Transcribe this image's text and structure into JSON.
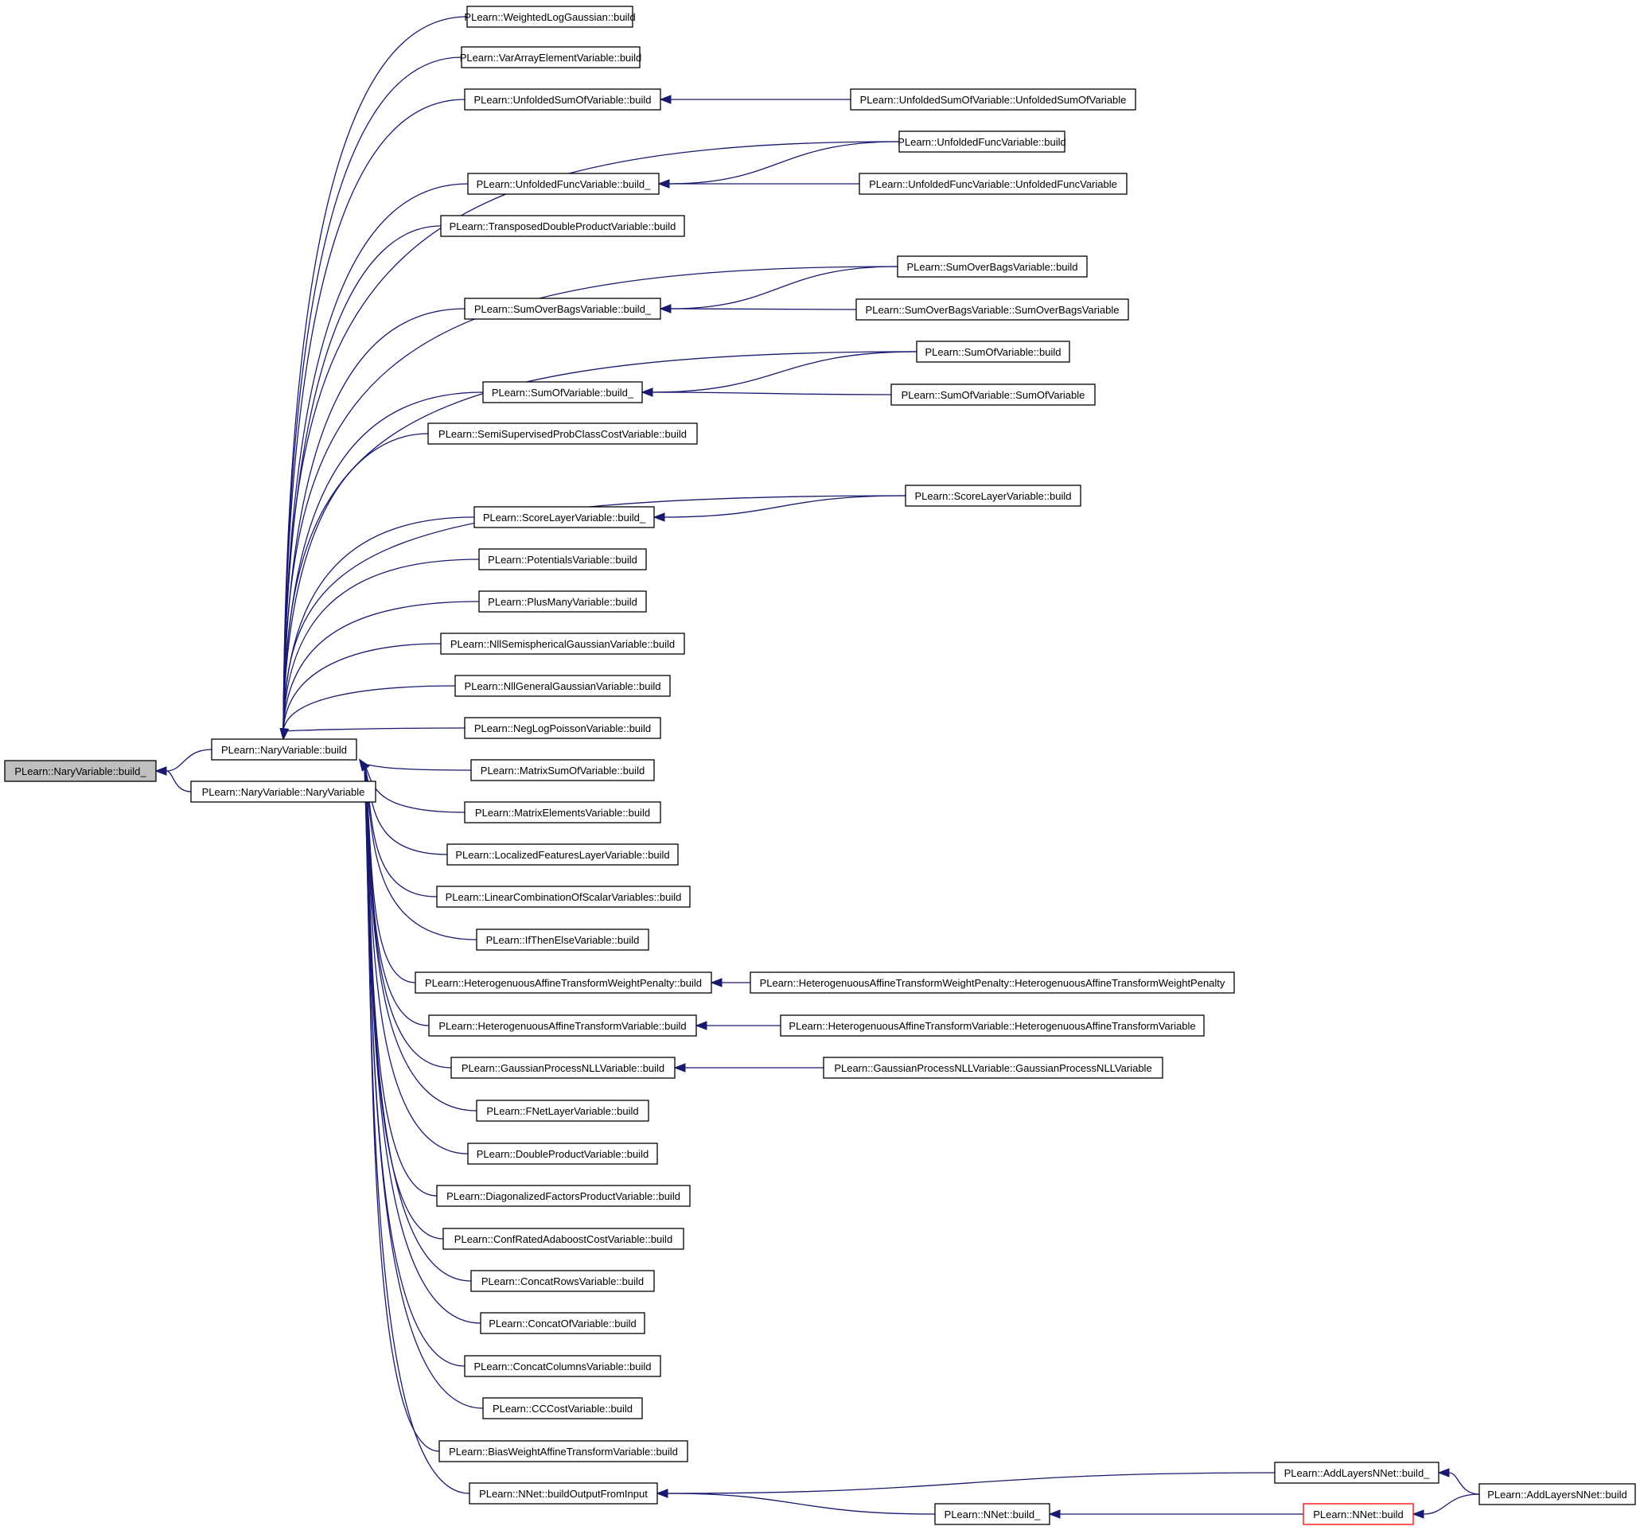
{
  "colors": {
    "edge": "#191970",
    "root_fill": "#bfbfbf",
    "node_fill": "#ffffff",
    "node_border": "#000000",
    "highlight_border": "#ff0000"
  },
  "nodes": [
    {
      "id": "n0",
      "label": "PLearn::NaryVariable::build_",
      "style": "root"
    },
    {
      "id": "n1",
      "label": "PLearn::NaryVariable::build"
    },
    {
      "id": "n2",
      "label": "PLearn::NaryVariable::NaryVariable"
    },
    {
      "id": "n3",
      "label": "PLearn::WeightedLogGaussian::build"
    },
    {
      "id": "n4",
      "label": "PLearn::VarArrayElementVariable::build"
    },
    {
      "id": "n5",
      "label": "PLearn::UnfoldedSumOfVariable::build"
    },
    {
      "id": "n6",
      "label": "PLearn::UnfoldedSumOfVariable::UnfoldedSumOfVariable"
    },
    {
      "id": "n7",
      "label": "PLearn::UnfoldedFuncVariable::build"
    },
    {
      "id": "n8",
      "label": "PLearn::UnfoldedFuncVariable::build_"
    },
    {
      "id": "n9",
      "label": "PLearn::UnfoldedFuncVariable::UnfoldedFuncVariable"
    },
    {
      "id": "n10",
      "label": "PLearn::TransposedDoubleProductVariable::build"
    },
    {
      "id": "n11",
      "label": "PLearn::SumOverBagsVariable::build"
    },
    {
      "id": "n12",
      "label": "PLearn::SumOverBagsVariable::build_"
    },
    {
      "id": "n13",
      "label": "PLearn::SumOverBagsVariable::SumOverBagsVariable"
    },
    {
      "id": "n14",
      "label": "PLearn::SumOfVariable::build"
    },
    {
      "id": "n15",
      "label": "PLearn::SumOfVariable::build_"
    },
    {
      "id": "n16",
      "label": "PLearn::SumOfVariable::SumOfVariable"
    },
    {
      "id": "n17",
      "label": "PLearn::SemiSupervisedProbClassCostVariable::build"
    },
    {
      "id": "n18",
      "label": "PLearn::ScoreLayerVariable::build"
    },
    {
      "id": "n19",
      "label": "PLearn::ScoreLayerVariable::build_"
    },
    {
      "id": "n20",
      "label": "PLearn::PotentialsVariable::build"
    },
    {
      "id": "n21",
      "label": "PLearn::PlusManyVariable::build"
    },
    {
      "id": "n22",
      "label": "PLearn::NllSemisphericalGaussianVariable::build"
    },
    {
      "id": "n23",
      "label": "PLearn::NllGeneralGaussianVariable::build"
    },
    {
      "id": "n24",
      "label": "PLearn::NegLogPoissonVariable::build"
    },
    {
      "id": "n25",
      "label": "PLearn::MatrixSumOfVariable::build"
    },
    {
      "id": "n26",
      "label": "PLearn::MatrixElementsVariable::build"
    },
    {
      "id": "n27",
      "label": "PLearn::LocalizedFeaturesLayerVariable::build"
    },
    {
      "id": "n28",
      "label": "PLearn::LinearCombinationOfScalarVariables::build"
    },
    {
      "id": "n29",
      "label": "PLearn::IfThenElseVariable::build"
    },
    {
      "id": "n30",
      "label": "PLearn::HeterogenuousAffineTransformWeightPenalty::build"
    },
    {
      "id": "n31",
      "label": "PLearn::HeterogenuousAffineTransformWeightPenalty::HeterogenuousAffineTransformWeightPenalty"
    },
    {
      "id": "n32",
      "label": "PLearn::HeterogenuousAffineTransformVariable::build"
    },
    {
      "id": "n33",
      "label": "PLearn::HeterogenuousAffineTransformVariable::HeterogenuousAffineTransformVariable"
    },
    {
      "id": "n34",
      "label": "PLearn::GaussianProcessNLLVariable::build"
    },
    {
      "id": "n35",
      "label": "PLearn::GaussianProcessNLLVariable::GaussianProcessNLLVariable"
    },
    {
      "id": "n36",
      "label": "PLearn::FNetLayerVariable::build"
    },
    {
      "id": "n37",
      "label": "PLearn::DoubleProductVariable::build"
    },
    {
      "id": "n38",
      "label": "PLearn::DiagonalizedFactorsProductVariable::build"
    },
    {
      "id": "n39",
      "label": "PLearn::ConfRatedAdaboostCostVariable::build"
    },
    {
      "id": "n40",
      "label": "PLearn::ConcatRowsVariable::build"
    },
    {
      "id": "n41",
      "label": "PLearn::ConcatOfVariable::build"
    },
    {
      "id": "n42",
      "label": "PLearn::ConcatColumnsVariable::build"
    },
    {
      "id": "n43",
      "label": "PLearn::CCCostVariable::build"
    },
    {
      "id": "n44",
      "label": "PLearn::BiasWeightAffineTransformVariable::build"
    },
    {
      "id": "n45",
      "label": "PLearn::NNet::buildOutputFromInput"
    },
    {
      "id": "n46",
      "label": "PLearn::AddLayersNNet::build_"
    },
    {
      "id": "n47",
      "label": "PLearn::AddLayersNNet::build"
    },
    {
      "id": "n48",
      "label": "PLearn::NNet::build_"
    },
    {
      "id": "n49",
      "label": "PLearn::NNet::build",
      "style": "red"
    }
  ],
  "edges": [
    {
      "from": "n1",
      "to": "n0"
    },
    {
      "from": "n2",
      "to": "n0"
    },
    {
      "from": "n3",
      "to": "n1"
    },
    {
      "from": "n4",
      "to": "n1"
    },
    {
      "from": "n5",
      "to": "n1"
    },
    {
      "from": "n7",
      "to": "n1"
    },
    {
      "from": "n8",
      "to": "n1"
    },
    {
      "from": "n10",
      "to": "n1"
    },
    {
      "from": "n11",
      "to": "n1"
    },
    {
      "from": "n12",
      "to": "n1"
    },
    {
      "from": "n14",
      "to": "n1"
    },
    {
      "from": "n15",
      "to": "n1"
    },
    {
      "from": "n17",
      "to": "n1"
    },
    {
      "from": "n18",
      "to": "n1"
    },
    {
      "from": "n19",
      "to": "n1"
    },
    {
      "from": "n20",
      "to": "n1"
    },
    {
      "from": "n21",
      "to": "n1"
    },
    {
      "from": "n22",
      "to": "n1"
    },
    {
      "from": "n23",
      "to": "n1"
    },
    {
      "from": "n24",
      "to": "n1"
    },
    {
      "from": "n25",
      "to": "n1"
    },
    {
      "from": "n26",
      "to": "n1"
    },
    {
      "from": "n27",
      "to": "n1"
    },
    {
      "from": "n28",
      "to": "n1"
    },
    {
      "from": "n29",
      "to": "n1"
    },
    {
      "from": "n30",
      "to": "n1"
    },
    {
      "from": "n32",
      "to": "n1"
    },
    {
      "from": "n34",
      "to": "n1"
    },
    {
      "from": "n36",
      "to": "n1"
    },
    {
      "from": "n37",
      "to": "n1"
    },
    {
      "from": "n38",
      "to": "n1"
    },
    {
      "from": "n39",
      "to": "n1"
    },
    {
      "from": "n40",
      "to": "n1"
    },
    {
      "from": "n41",
      "to": "n1"
    },
    {
      "from": "n42",
      "to": "n1"
    },
    {
      "from": "n43",
      "to": "n1"
    },
    {
      "from": "n44",
      "to": "n1"
    },
    {
      "from": "n45",
      "to": "n1"
    },
    {
      "from": "n6",
      "to": "n5"
    },
    {
      "from": "n7",
      "to": "n8"
    },
    {
      "from": "n9",
      "to": "n8"
    },
    {
      "from": "n11",
      "to": "n12"
    },
    {
      "from": "n13",
      "to": "n12"
    },
    {
      "from": "n14",
      "to": "n15"
    },
    {
      "from": "n16",
      "to": "n15"
    },
    {
      "from": "n18",
      "to": "n19"
    },
    {
      "from": "n31",
      "to": "n30"
    },
    {
      "from": "n33",
      "to": "n32"
    },
    {
      "from": "n35",
      "to": "n34"
    },
    {
      "from": "n46",
      "to": "n45"
    },
    {
      "from": "n48",
      "to": "n45"
    },
    {
      "from": "n47",
      "to": "n46"
    },
    {
      "from": "n49",
      "to": "n48"
    },
    {
      "from": "n47",
      "to": "n49"
    }
  ]
}
